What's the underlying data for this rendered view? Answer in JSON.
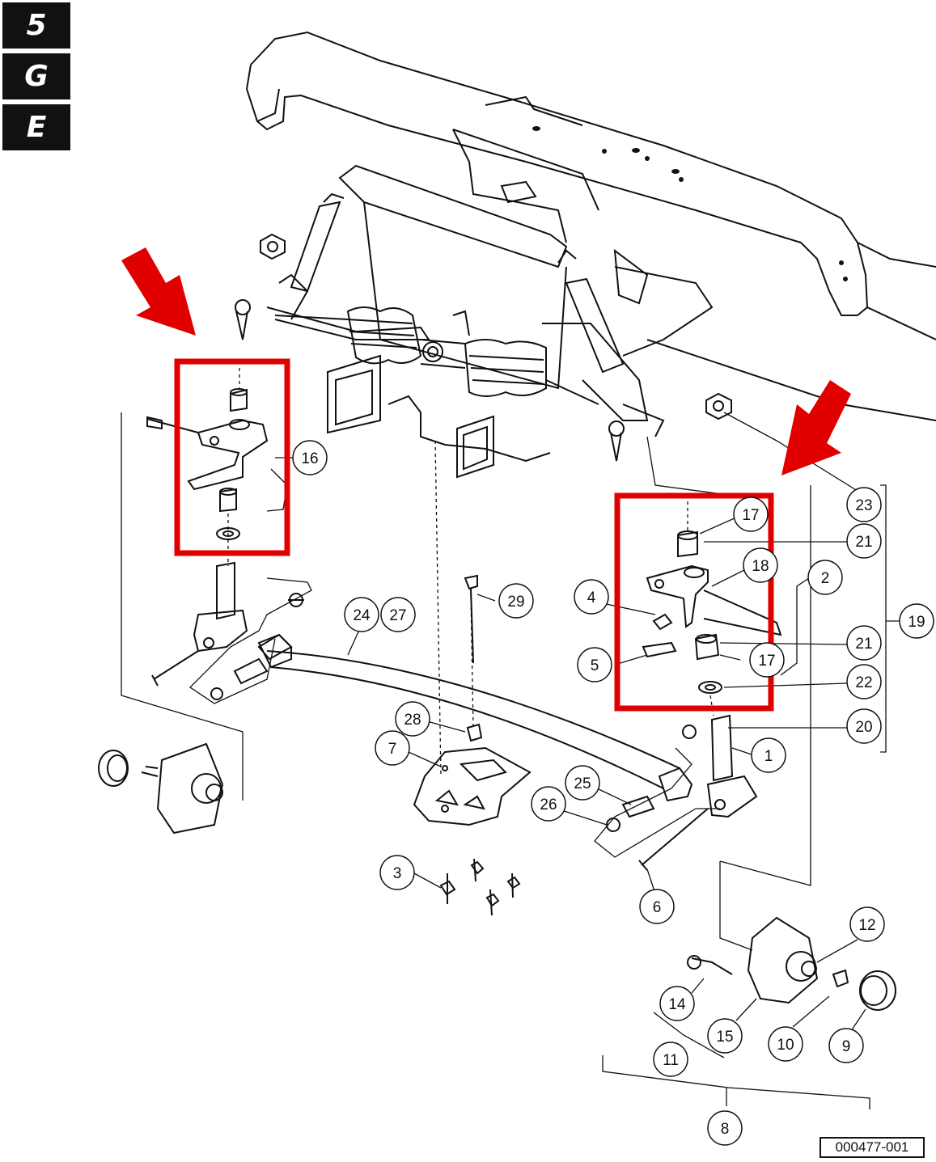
{
  "tabs": [
    "5",
    "G",
    "E"
  ],
  "document_id": "000477-001",
  "colors": {
    "highlight": "#e10000",
    "line": "#111111"
  },
  "callouts": [
    "16",
    "17",
    "21",
    "18",
    "2",
    "23",
    "19",
    "4",
    "5",
    "21",
    "17",
    "22",
    "20",
    "1",
    "29",
    "24",
    "27",
    "28",
    "7",
    "25",
    "26",
    "3",
    "6",
    "12",
    "14",
    "15",
    "10",
    "9",
    "11",
    "8"
  ]
}
